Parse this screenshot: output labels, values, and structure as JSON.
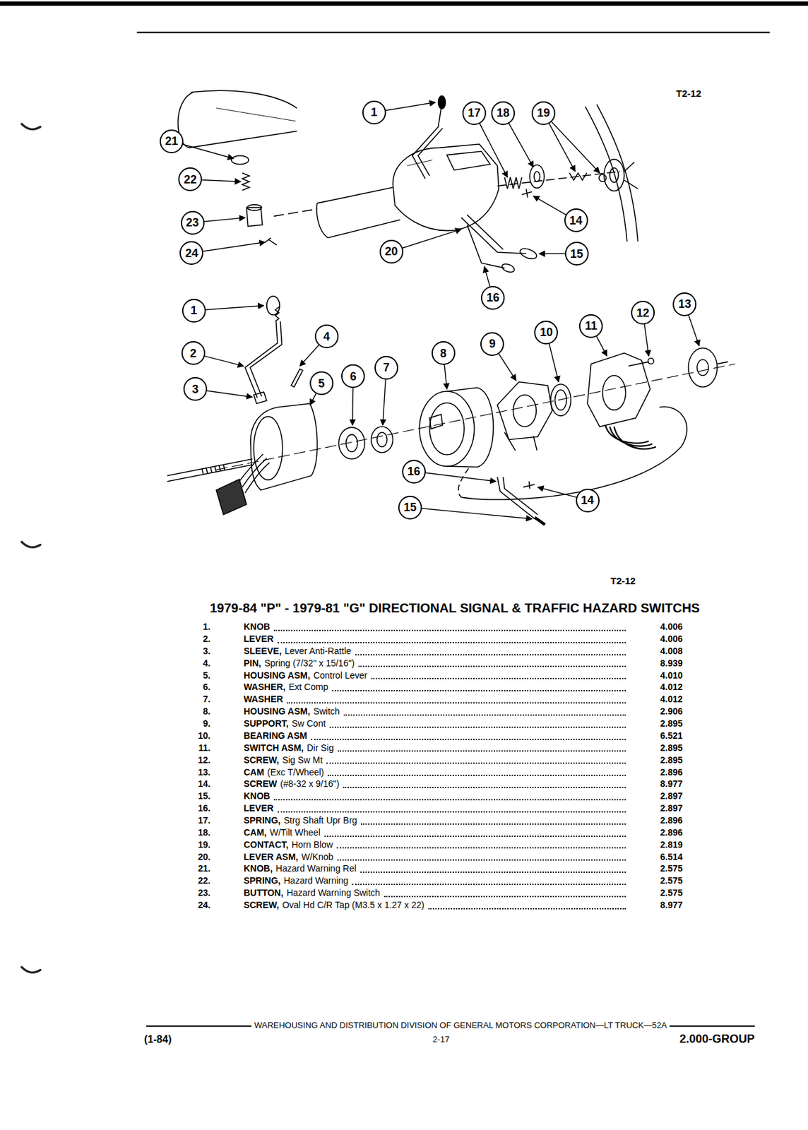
{
  "diagram": {
    "title": "1979-84 \"P\" - 1979-81 \"G\" DIRECTIONAL SIGNAL & TRAFFIC HAZARD SWITCHS",
    "nodes": [
      {
        "text": [
          "1"
        ]
      },
      {
        "text": [
          "17"
        ]
      },
      {
        "text": [
          "18"
        ]
      },
      {
        "text": [
          "19"
        ]
      },
      {
        "text": [
          "21"
        ]
      },
      {
        "text": [
          "22"
        ]
      },
      {
        "text": [
          "14"
        ]
      },
      {
        "text": [
          "23"
        ]
      },
      {
        "text": [
          "20"
        ]
      },
      {
        "text": [
          "15"
        ]
      },
      {
        "text": [
          "24"
        ]
      },
      {
        "text": [
          "16"
        ]
      },
      {
        "text": [
          "13"
        ]
      },
      {
        "text": [
          "1"
        ]
      },
      {
        "text": [
          "12"
        ]
      },
      {
        "text": [
          "11"
        ]
      },
      {
        "text": [
          "10"
        ]
      },
      {
        "text": [
          "4"
        ]
      },
      {
        "text": [
          "9"
        ]
      },
      {
        "text": [
          "2"
        ]
      },
      {
        "text": [
          "8"
        ]
      },
      {
        "text": [
          "7"
        ]
      },
      {
        "text": [
          "6"
        ]
      },
      {
        "text": [
          "5"
        ]
      },
      {
        "text": [
          "3"
        ]
      },
      {
        "text": [
          "16"
        ]
      },
      {
        "text": [
          "14"
        ]
      },
      {
        "text": [
          "15"
        ]
      }
    ],
    "labels": [
      "T2-12",
      "T2-12",
      "1.",
      "KNOB",
      "4.006",
      "2.",
      "LEVER",
      "4.006",
      "3.",
      "SLEEVE,",
      "Lever Anti-Rattle",
      "4.008",
      "4.",
      "PIN,",
      "Spring (7/32\" x 15/16\")",
      "8.939",
      "5.",
      "HOUSING ASM,",
      "Control Lever",
      "4.010",
      "6.",
      "WASHER,",
      "Ext Comp",
      "4.012",
      "7.",
      "WASHER",
      "4.012",
      "8.",
      "HOUSING ASM,",
      "Switch",
      "2.906",
      "9.",
      "SUPPORT,",
      "Sw Cont",
      "2.895",
      "10.",
      "BEARING ASM",
      "6.521",
      "11.",
      "SWITCH ASM,",
      "Dir Sig",
      "2.895",
      "12.",
      "SCREW,",
      "Sig Sw Mt",
      "2.895",
      "13.",
      "CAM",
      "(Exc T/Wheel)",
      "2.896",
      "14.",
      "SCREW",
      "(#8-32 x 9/16\")",
      "8.977",
      "15.",
      "KNOB",
      "2.897",
      "16.",
      "LEVER",
      "2.897",
      "17.",
      "SPRING,",
      "Strg Shaft Upr Brg",
      "2.896",
      "18.",
      "CAM,",
      "W/Tilt Wheel",
      "2.896",
      "19.",
      "CONTACT,",
      "Horn Blow",
      "2.819",
      "20.",
      "LEVER ASM,",
      "W/Knob",
      "6.514",
      "21.",
      "KNOB,",
      "Hazard Warning Rel",
      "2.575",
      "22.",
      "SPRING,",
      "Hazard Warning",
      "2.575",
      "23.",
      "BUTTON,",
      "Hazard Warning Switch",
      "2.575",
      "24.",
      "SCREW,",
      "Oval Hd C/R Tap (M3.5 x 1.27 x 22)",
      "8.977",
      "WAREHOUSING AND DISTRIBUTION DIVISION OF GENERAL MOTORS CORPORATION—LT TRUCK—52A",
      "(1-84)",
      "2-17",
      "2.000-GROUP"
    ]
  }
}
